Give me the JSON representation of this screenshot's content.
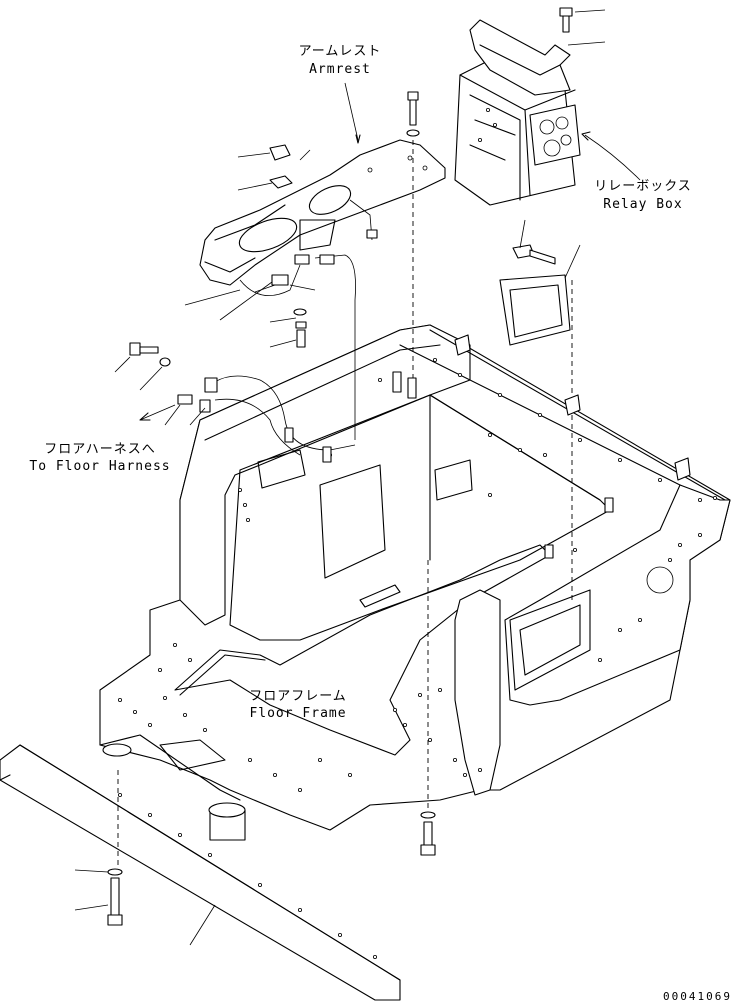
{
  "labels": {
    "armrest_jp": "アームレスト",
    "armrest_en": "Armrest",
    "relay_box_jp": "リレーボックス",
    "relay_box_en": "Relay Box",
    "floor_harness_jp": "フロアハーネスへ",
    "floor_harness_en": "To Floor Harness",
    "floor_frame_jp": "フロアフレーム",
    "floor_frame_en": "Floor Frame"
  },
  "document_number": "00041069"
}
